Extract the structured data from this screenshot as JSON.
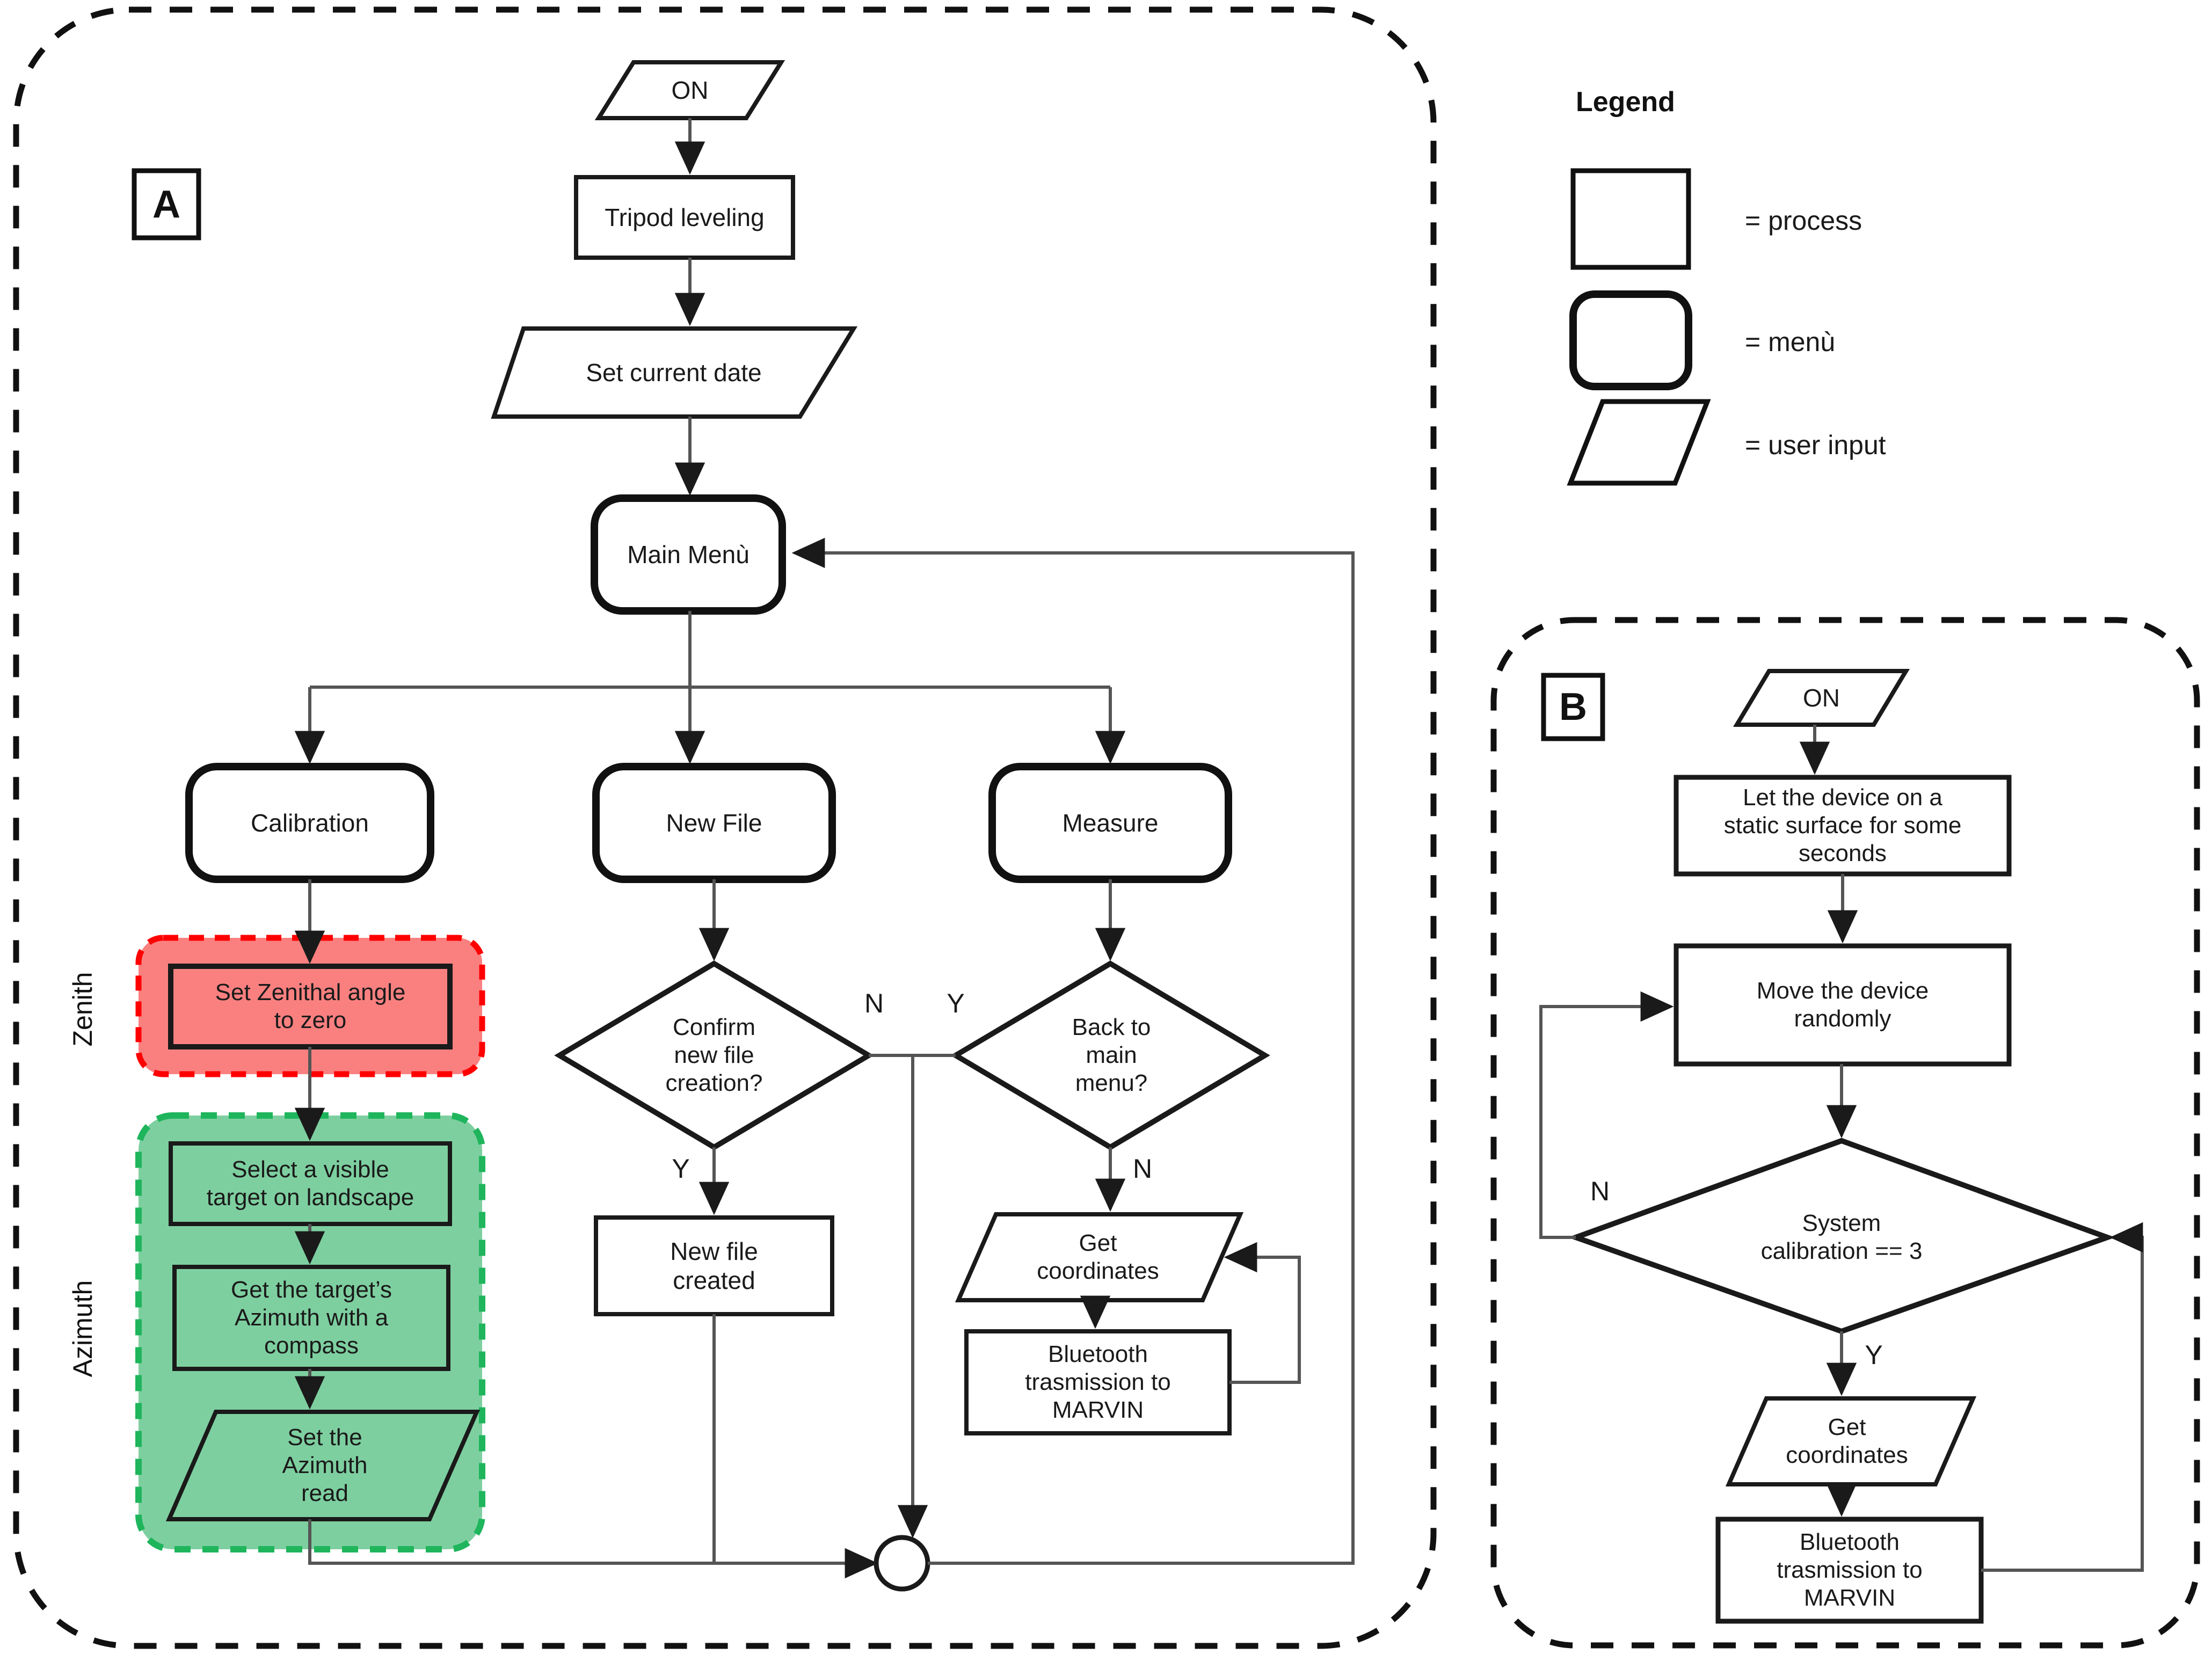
{
  "figure": {
    "type": "flowchart",
    "panels": [
      {
        "tag": "A",
        "title_tag": "A",
        "nodes": [
          {
            "id": "a_on",
            "shape": "user-input",
            "label": "ON"
          },
          {
            "id": "a_tripod",
            "shape": "process",
            "label": "Tripod leveling"
          },
          {
            "id": "a_setdate",
            "shape": "user-input",
            "label": "Set current date"
          },
          {
            "id": "a_mainmenu",
            "shape": "menu",
            "label": "Main Menù"
          },
          {
            "id": "a_calibration",
            "shape": "menu",
            "label": "Calibration"
          },
          {
            "id": "a_newfile",
            "shape": "menu",
            "label": "New File"
          },
          {
            "id": "a_measure",
            "shape": "menu",
            "label": "Measure"
          },
          {
            "id": "a_setzenith",
            "shape": "process",
            "label": "Set Zenithal  angle\nto zero"
          },
          {
            "id": "a_selecttarget",
            "shape": "process",
            "label": "Select a visible\ntarget on landscape"
          },
          {
            "id": "a_getazimuth",
            "shape": "process",
            "label": "Get the target’s\nAzimuth with a\ncompass"
          },
          {
            "id": "a_setazimuth",
            "shape": "user-input",
            "label": "Set the\nAzimuth\nread"
          },
          {
            "id": "a_confirmfile",
            "shape": "decision",
            "label": "Confirm\nnew file\ncreation?"
          },
          {
            "id": "a_newfilecreated",
            "shape": "process",
            "label": "New file\ncreated"
          },
          {
            "id": "a_backmain",
            "shape": "decision",
            "label": "Back to\nmain\nmenu?"
          },
          {
            "id": "a_getcoords",
            "shape": "user-input",
            "label": "Get\ncoordinates"
          },
          {
            "id": "a_bluetooth",
            "shape": "process",
            "label": "Bluetooth\ntrasmission to\nMARVIN"
          },
          {
            "id": "a_merge",
            "shape": "connector",
            "label": ""
          }
        ],
        "edge_labels": [
          {
            "id": "a_lbl_n",
            "text": "N"
          },
          {
            "id": "a_lbl_y1",
            "text": "Y"
          },
          {
            "id": "a_lbl_y2",
            "text": "Y"
          },
          {
            "id": "a_lbl_n2",
            "text": "N"
          }
        ],
        "group_labels": [
          {
            "id": "grp_zenith",
            "text": "Zenith",
            "color": "#FA8080",
            "border": "#FF0000"
          },
          {
            "id": "grp_azimuth",
            "text": "Azimuth",
            "color": "#7ECFA0",
            "border": "#1FB55C"
          }
        ]
      },
      {
        "tag": "B",
        "title_tag": "B",
        "nodes": [
          {
            "id": "b_on",
            "shape": "user-input",
            "label": "ON"
          },
          {
            "id": "b_static",
            "shape": "process",
            "label": "Let the device on a\nstatic surface for some\nseconds"
          },
          {
            "id": "b_move",
            "shape": "process",
            "label": "Move the device\nrandomly"
          },
          {
            "id": "b_syscal",
            "shape": "decision",
            "label": "System\ncalibration == 3"
          },
          {
            "id": "b_getcoords",
            "shape": "user-input",
            "label": "Get\ncoordinates"
          },
          {
            "id": "b_bluetooth",
            "shape": "process",
            "label": "Bluetooth\ntrasmission to\nMARVIN"
          }
        ],
        "edge_labels": [
          {
            "id": "b_lbl_n",
            "text": "N"
          },
          {
            "id": "b_lbl_y",
            "text": "Y"
          }
        ]
      }
    ]
  },
  "legend": {
    "title": "Legend",
    "items": [
      {
        "shape": "process",
        "label": "= process"
      },
      {
        "shape": "menu",
        "label": "= menù"
      },
      {
        "shape": "user-input",
        "label": "= user input"
      }
    ]
  },
  "colors": {
    "stroke": "#1a1a1a",
    "thin_stroke": "#555555",
    "zenith_fill": "#FA8080",
    "zenith_border": "#FF0000",
    "azimuth_fill": "#7ECFA0",
    "azimuth_border": "#1FB55C",
    "panel_border": "#111111",
    "background": "#ffffff"
  }
}
